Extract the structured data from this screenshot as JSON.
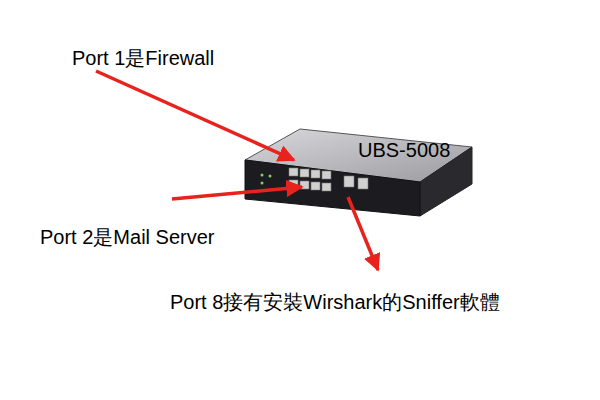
{
  "diagram": {
    "labels": [
      "Port 1是Firewall",
      "UBS-5008",
      "Port 2是Mail Server",
      "Port 8接有安裝Wirshark的Sniffer軟體"
    ]
  }
}
